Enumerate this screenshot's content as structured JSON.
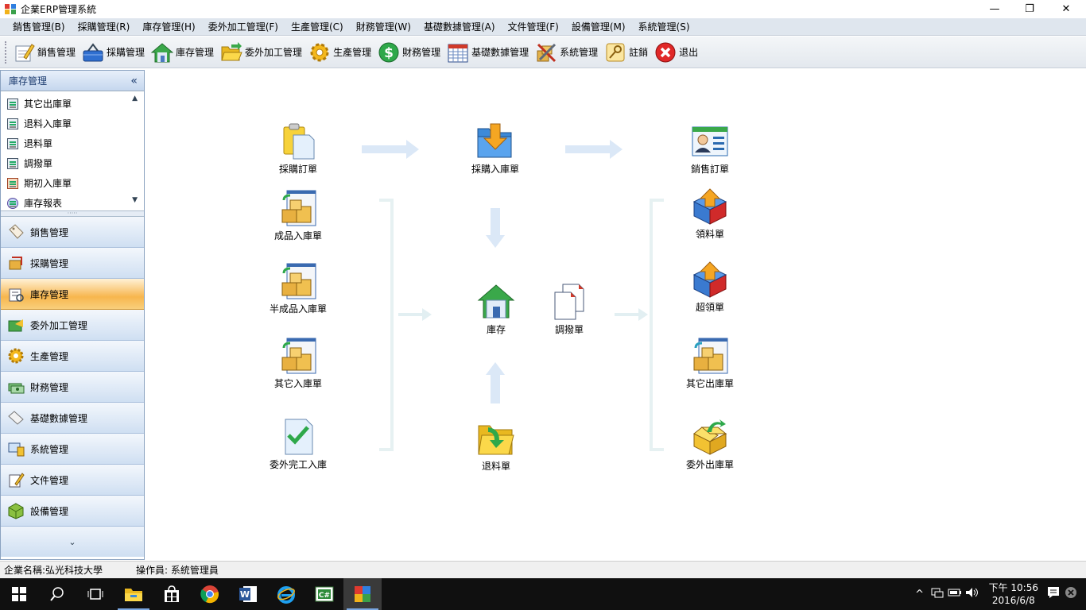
{
  "window": {
    "title": "企業ERP管理系統"
  },
  "menubar": {
    "items": [
      "銷售管理(B)",
      "採購管理(R)",
      "庫存管理(H)",
      "委外加工管理(F)",
      "生產管理(C)",
      "財務管理(W)",
      "基礎數據管理(A)",
      "文件管理(F)",
      "設備管理(M)",
      "系統管理(S)"
    ]
  },
  "toolbar": {
    "items": [
      {
        "label": "銷售管理",
        "icon": "pencil-note-icon"
      },
      {
        "label": "採購管理",
        "icon": "basket-icon"
      },
      {
        "label": "庫存管理",
        "icon": "house-icon"
      },
      {
        "label": "委外加工管理",
        "icon": "folder-open-icon"
      },
      {
        "label": "生產管理",
        "icon": "gear-icon"
      },
      {
        "label": "財務管理",
        "icon": "dollar-icon"
      },
      {
        "label": "基礎數據管理",
        "icon": "calendar-grid-icon"
      },
      {
        "label": "系統管理",
        "icon": "tools-icon"
      },
      {
        "label": "註銷",
        "icon": "key-icon"
      },
      {
        "label": "退出",
        "icon": "close-circle-icon"
      }
    ]
  },
  "sidebar": {
    "header": "庫存管理",
    "collapse_glyph": "«",
    "sub_items": [
      "其它出庫單",
      "退料入庫單",
      "退料單",
      "調撥單",
      "期初入庫單",
      "庫存報表"
    ],
    "sections": [
      "銷售管理",
      "採購管理",
      "庫存管理",
      "委外加工管理",
      "生產管理",
      "財務管理",
      "基礎數據管理",
      "系統管理",
      "文件管理",
      "設備管理"
    ],
    "active_section": "庫存管理",
    "footer_glyph": "⌄"
  },
  "flow": {
    "purchase_order": "採購訂單",
    "purchase_receipt": "採購入庫單",
    "sales_order": "銷售訂單",
    "finished_receipt": "成品入庫單",
    "semi_receipt": "半成品入庫單",
    "other_receipt": "其它入庫單",
    "outsource_done_receipt": "委外完工入庫",
    "inventory": "庫存",
    "transfer": "調撥單",
    "return_material": "退料單",
    "material_requisition": "領料單",
    "over_requisition": "超領單",
    "other_issue": "其它出庫單",
    "outsource_issue": "委外出庫單"
  },
  "statusbar": {
    "company": "企業名稱:弘光科技大學",
    "operator": "操作員: 系統管理員"
  },
  "taskbar": {
    "time_period": "下午 10:56",
    "date": "2016/6/8"
  },
  "colors": {
    "active_section": "#f7b64e",
    "arrow": "#dbe8f7",
    "bracket": "#e6f1f2",
    "menubar": "#dfe6ee"
  }
}
